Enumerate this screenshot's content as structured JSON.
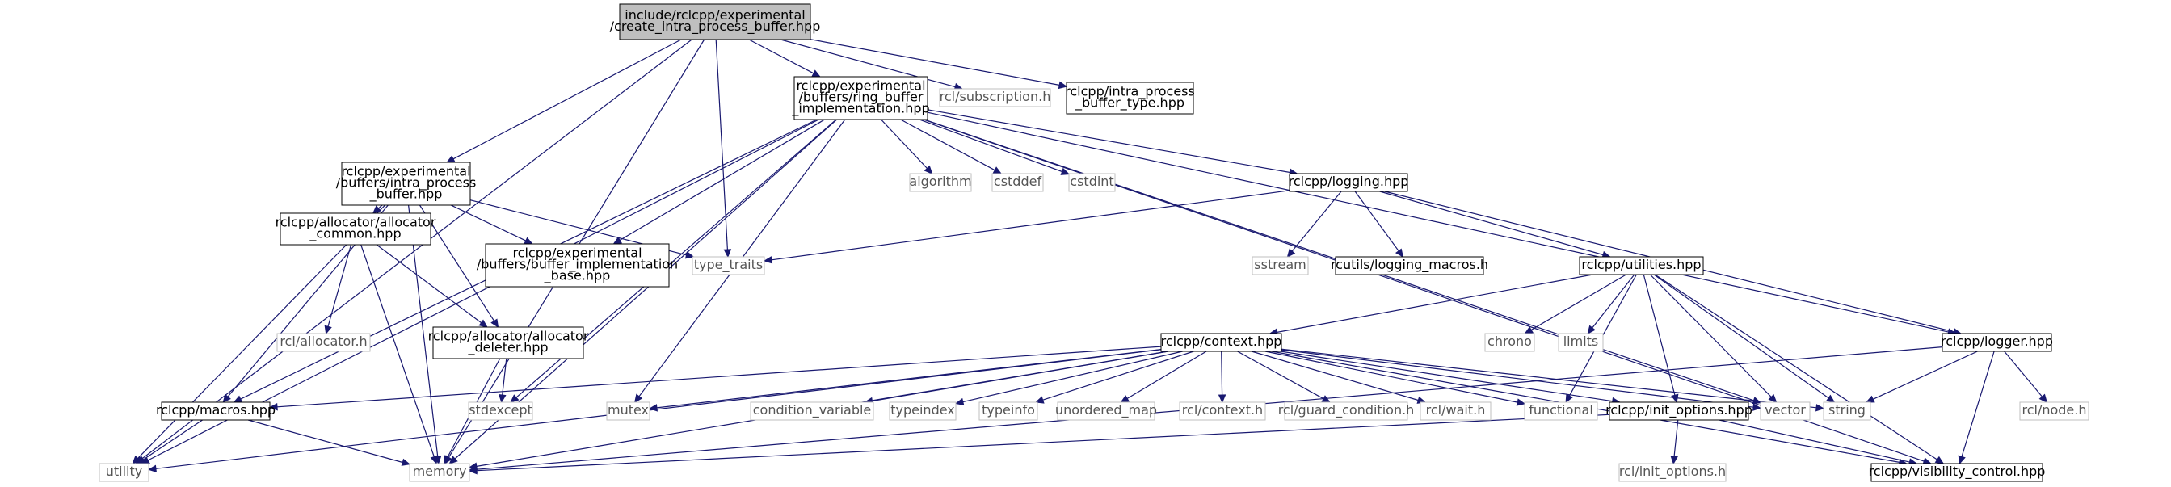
{
  "colors": {
    "edge": "#191970",
    "root_fill": "#bfbfbf",
    "documented_border": "#000000",
    "external_border": "#bfbfbf",
    "documented_text": "#000000",
    "external_text": "#555555",
    "background": "#ffffff"
  },
  "nodes": [
    {
      "id": "root",
      "lines": [
        "include/rclcpp/experimental",
        "/create_intra_process_buffer.hpp"
      ],
      "kind": "root"
    },
    {
      "id": "ring",
      "lines": [
        "rclcpp/experimental",
        "/buffers/ring_buffer",
        "_implementation.hpp"
      ],
      "kind": "doc"
    },
    {
      "id": "subscription",
      "lines": [
        "rcl/subscription.h"
      ],
      "kind": "ext"
    },
    {
      "id": "iptype",
      "lines": [
        "rclcpp/intra_process",
        "_buffer_type.hpp"
      ],
      "kind": "doc"
    },
    {
      "id": "ipbuf",
      "lines": [
        "rclcpp/experimental",
        "/buffers/intra_process",
        "_buffer.hpp"
      ],
      "kind": "doc"
    },
    {
      "id": "algorithm",
      "lines": [
        "algorithm"
      ],
      "kind": "ext"
    },
    {
      "id": "cstddef",
      "lines": [
        "cstddef"
      ],
      "kind": "ext"
    },
    {
      "id": "cstdint",
      "lines": [
        "cstdint"
      ],
      "kind": "ext"
    },
    {
      "id": "logging",
      "lines": [
        "rclcpp/logging.hpp"
      ],
      "kind": "doc"
    },
    {
      "id": "bufimpl",
      "lines": [
        "rclcpp/experimental",
        "/buffers/buffer_implementation",
        "_base.hpp"
      ],
      "kind": "doc"
    },
    {
      "id": "typetraits",
      "lines": [
        "type_traits"
      ],
      "kind": "ext"
    },
    {
      "id": "sstream",
      "lines": [
        "sstream"
      ],
      "kind": "ext"
    },
    {
      "id": "rcutils",
      "lines": [
        "rcutils/logging_macros.h"
      ],
      "kind": "doc"
    },
    {
      "id": "alloccommon",
      "lines": [
        "rclcpp/allocator/allocator",
        "_common.hpp"
      ],
      "kind": "doc"
    },
    {
      "id": "utilities",
      "lines": [
        "rclcpp/utilities.hpp"
      ],
      "kind": "doc"
    },
    {
      "id": "rclalloc",
      "lines": [
        "rcl/allocator.h"
      ],
      "kind": "ext"
    },
    {
      "id": "allocdeleter",
      "lines": [
        "rclcpp/allocator/allocator",
        "_deleter.hpp"
      ],
      "kind": "doc"
    },
    {
      "id": "chrono",
      "lines": [
        "chrono"
      ],
      "kind": "ext"
    },
    {
      "id": "limits",
      "lines": [
        "limits"
      ],
      "kind": "ext"
    },
    {
      "id": "context",
      "lines": [
        "rclcpp/context.hpp"
      ],
      "kind": "doc"
    },
    {
      "id": "logger",
      "lines": [
        "rclcpp/logger.hpp"
      ],
      "kind": "doc"
    },
    {
      "id": "macros",
      "lines": [
        "rclcpp/macros.hpp"
      ],
      "kind": "doc"
    },
    {
      "id": "stdexcept",
      "lines": [
        "stdexcept"
      ],
      "kind": "ext"
    },
    {
      "id": "mutex",
      "lines": [
        "mutex"
      ],
      "kind": "ext"
    },
    {
      "id": "condvar",
      "lines": [
        "condition_variable"
      ],
      "kind": "ext"
    },
    {
      "id": "typeindex",
      "lines": [
        "typeindex"
      ],
      "kind": "ext"
    },
    {
      "id": "typeinfo",
      "lines": [
        "typeinfo"
      ],
      "kind": "ext"
    },
    {
      "id": "umap",
      "lines": [
        "unordered_map"
      ],
      "kind": "ext"
    },
    {
      "id": "rclcontext",
      "lines": [
        "rcl/context.h"
      ],
      "kind": "ext"
    },
    {
      "id": "guard",
      "lines": [
        "rcl/guard_condition.h"
      ],
      "kind": "ext"
    },
    {
      "id": "wait",
      "lines": [
        "rcl/wait.h"
      ],
      "kind": "ext"
    },
    {
      "id": "functional",
      "lines": [
        "functional"
      ],
      "kind": "ext"
    },
    {
      "id": "initopts",
      "lines": [
        "rclcpp/init_options.hpp"
      ],
      "kind": "doc"
    },
    {
      "id": "vector",
      "lines": [
        "vector"
      ],
      "kind": "ext"
    },
    {
      "id": "string",
      "lines": [
        "string"
      ],
      "kind": "ext"
    },
    {
      "id": "rclnode",
      "lines": [
        "rcl/node.h"
      ],
      "kind": "ext"
    },
    {
      "id": "utility",
      "lines": [
        "utility"
      ],
      "kind": "ext"
    },
    {
      "id": "memory",
      "lines": [
        "memory"
      ],
      "kind": "ext"
    },
    {
      "id": "rclinitopts",
      "lines": [
        "rcl/init_options.h"
      ],
      "kind": "ext"
    },
    {
      "id": "visibility",
      "lines": [
        "rclcpp/visibility_control.hpp"
      ],
      "kind": "doc"
    }
  ],
  "edges": [
    [
      "root",
      "ring"
    ],
    [
      "root",
      "subscription"
    ],
    [
      "root",
      "iptype"
    ],
    [
      "root",
      "ipbuf"
    ],
    [
      "root",
      "typetraits"
    ],
    [
      "root",
      "utility"
    ],
    [
      "root",
      "memory"
    ],
    [
      "ring",
      "algorithm"
    ],
    [
      "ring",
      "cstddef"
    ],
    [
      "ring",
      "cstdint"
    ],
    [
      "ring",
      "logging"
    ],
    [
      "ring",
      "bufimpl"
    ],
    [
      "ring",
      "macros"
    ],
    [
      "ring",
      "stdexcept"
    ],
    [
      "ring",
      "mutex"
    ],
    [
      "ring",
      "memory"
    ],
    [
      "ring",
      "utility"
    ],
    [
      "ring",
      "vector"
    ],
    [
      "ring",
      "logger"
    ],
    [
      "ring",
      "visibility"
    ],
    [
      "ipbuf",
      "bufimpl"
    ],
    [
      "ipbuf",
      "typetraits"
    ],
    [
      "ipbuf",
      "alloccommon"
    ],
    [
      "ipbuf",
      "allocdeleter"
    ],
    [
      "ipbuf",
      "macros"
    ],
    [
      "ipbuf",
      "utility"
    ],
    [
      "ipbuf",
      "memory"
    ],
    [
      "logging",
      "typetraits"
    ],
    [
      "logging",
      "sstream"
    ],
    [
      "logging",
      "rcutils"
    ],
    [
      "logging",
      "utilities"
    ],
    [
      "logging",
      "logger"
    ],
    [
      "alloccommon",
      "rclalloc"
    ],
    [
      "alloccommon",
      "allocdeleter"
    ],
    [
      "alloccommon",
      "memory"
    ],
    [
      "allocdeleter",
      "stdexcept"
    ],
    [
      "allocdeleter",
      "memory"
    ],
    [
      "utilities",
      "context"
    ],
    [
      "utilities",
      "chrono"
    ],
    [
      "utilities",
      "limits"
    ],
    [
      "utilities",
      "functional"
    ],
    [
      "utilities",
      "initopts"
    ],
    [
      "utilities",
      "vector"
    ],
    [
      "utilities",
      "string"
    ],
    [
      "utilities",
      "visibility"
    ],
    [
      "context",
      "macros"
    ],
    [
      "context",
      "mutex"
    ],
    [
      "context",
      "condvar"
    ],
    [
      "context",
      "typeindex"
    ],
    [
      "context",
      "typeinfo"
    ],
    [
      "context",
      "umap"
    ],
    [
      "context",
      "rclcontext"
    ],
    [
      "context",
      "guard"
    ],
    [
      "context",
      "wait"
    ],
    [
      "context",
      "functional"
    ],
    [
      "context",
      "initopts"
    ],
    [
      "context",
      "vector"
    ],
    [
      "context",
      "string"
    ],
    [
      "context",
      "memory"
    ],
    [
      "context",
      "utility"
    ],
    [
      "context",
      "visibility"
    ],
    [
      "logger",
      "string"
    ],
    [
      "logger",
      "rclnode"
    ],
    [
      "logger",
      "memory"
    ],
    [
      "logger",
      "visibility"
    ],
    [
      "macros",
      "utility"
    ],
    [
      "macros",
      "memory"
    ],
    [
      "initopts",
      "rclinitopts"
    ],
    [
      "initopts",
      "memory"
    ],
    [
      "initopts",
      "visibility"
    ]
  ]
}
